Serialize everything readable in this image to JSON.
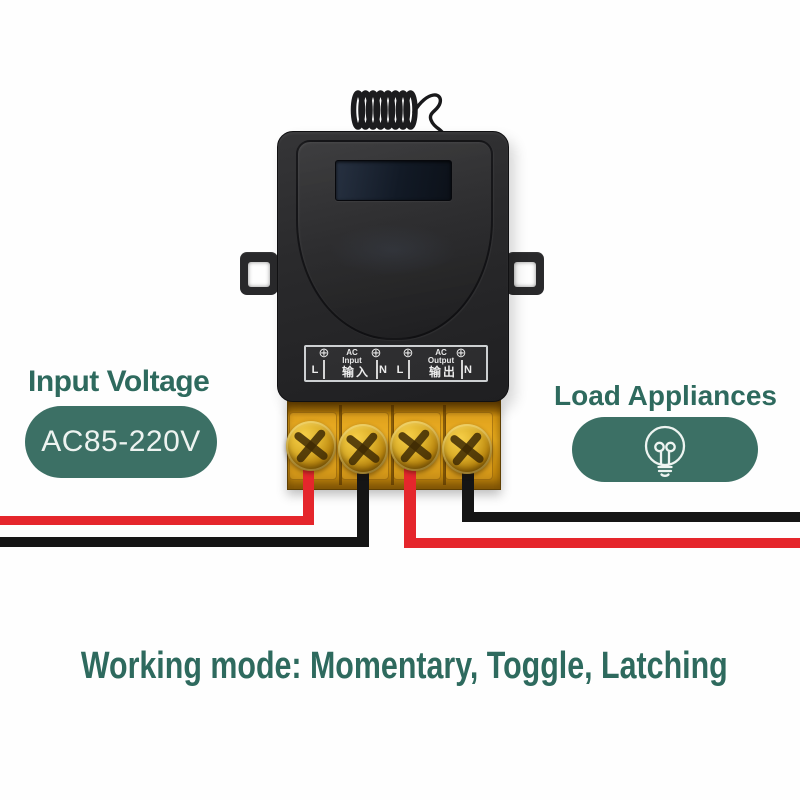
{
  "background": "#fefefe",
  "colors": {
    "teal_text": "#2e6a5e",
    "teal_pill": "#3c7065",
    "wire_live": "#e5262c",
    "wire_neutral": "#151515",
    "terminal_amber": "#d79812",
    "device_body": "#2a2a2c"
  },
  "left_callout": {
    "title": "Input Voltage",
    "badge": "AC85-220V"
  },
  "right_callout": {
    "title": "Load Appliances",
    "icon": "light-bulb"
  },
  "footer": {
    "text": "Working mode: Momentary, Toggle, Latching"
  },
  "device": {
    "plate": {
      "screw_symbol": "⊕",
      "input": {
        "line1": "AC",
        "line2": "Input",
        "cn": "输入",
        "left": "L",
        "right": "N"
      },
      "output": {
        "line1": "AC",
        "line2": "Output",
        "cn": "输出",
        "left": "L",
        "right": "N"
      }
    },
    "wires": {
      "input_live": "red",
      "input_neutral": "black",
      "output_live": "red",
      "output_neutral": "black"
    }
  }
}
